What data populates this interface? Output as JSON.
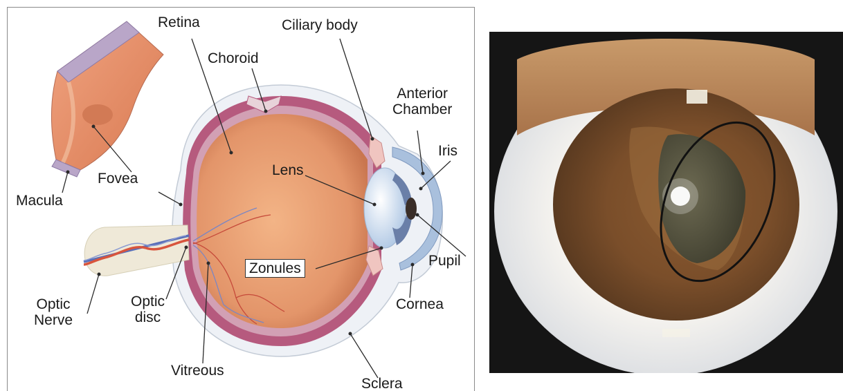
{
  "diagram": {
    "labels": {
      "retina": "Retina",
      "ciliary_body": "Ciliary body",
      "choroid": "Choroid",
      "anterior_chamber": "Anterior\nChamber",
      "iris": "Iris",
      "lens": "Lens",
      "fovea": "Fovea",
      "macula": "Macula",
      "zonules": "Zonules",
      "pupil": "Pupil",
      "optic_nerve": "Optic\nNerve",
      "optic_disc": "Optic\ndisc",
      "cornea": "Cornea",
      "vitreous": "Vitreous",
      "sclera": "Sclera"
    }
  },
  "colors": {
    "eye_tissue": "#e3956a",
    "retina_band": "#c06a8a",
    "cornea_blue": "#9fb8d8",
    "lens_blue": "#c9dbef",
    "iris_brown": "#8a5a35",
    "sclera": "#eef1f6",
    "photo_background": "#151515"
  }
}
